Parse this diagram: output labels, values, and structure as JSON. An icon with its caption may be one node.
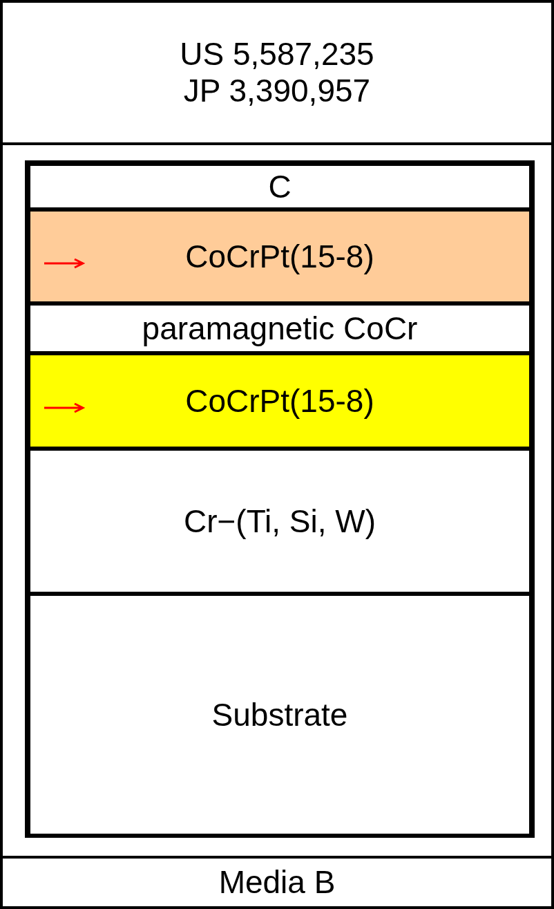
{
  "diagram": {
    "nodes": [
      {
        "text": [
          "US 5,587,235",
          "JP 3,390,957"
        ]
      },
      {
        "text": [
          "C"
        ]
      },
      {
        "text": [
          "CoCrPt(15-8)"
        ]
      },
      {
        "text": [
          "paramagnetic CoCr"
        ]
      },
      {
        "text": [
          "CoCrPt(15-8)"
        ]
      },
      {
        "text": [
          "Cr−(Ti, Si, W)"
        ]
      },
      {
        "text": [
          "Substrate"
        ]
      },
      {
        "text": [
          "Media B"
        ]
      }
    ]
  }
}
